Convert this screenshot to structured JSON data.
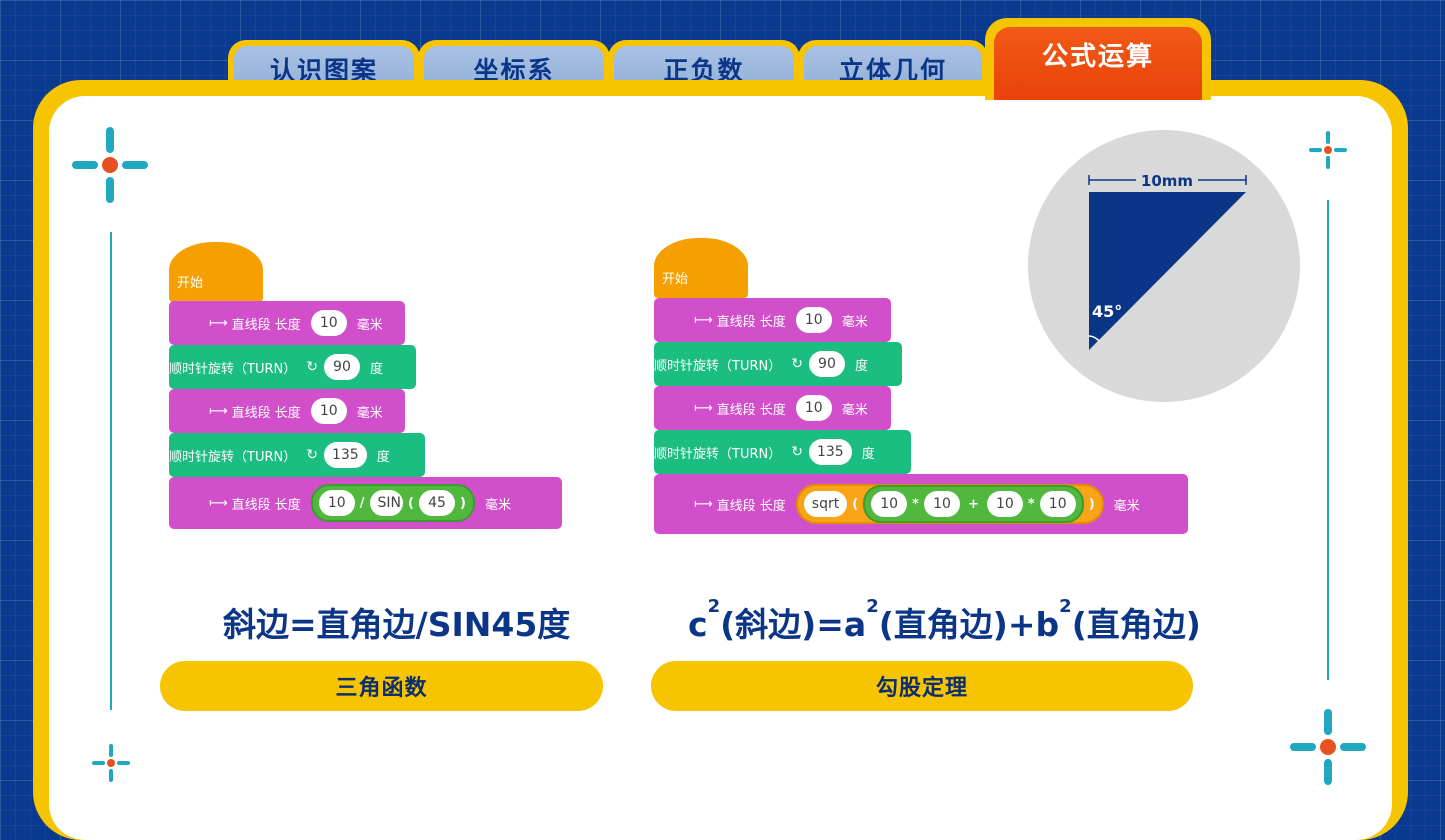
{
  "tabs": [
    {
      "label": "认识图案"
    },
    {
      "label": "坐标系"
    },
    {
      "label": "正负数"
    },
    {
      "label": "立体几何"
    },
    {
      "label": "公式运算",
      "active": true
    }
  ],
  "colors": {
    "background": "#0a3a8f",
    "panel_border": "#f6c400",
    "tab_active": "#e9420a",
    "tab_inactive": "#9bb5dd",
    "block_hat": "#f5a000",
    "block_pen": "#d24fcb",
    "block_turn": "#1bbd80",
    "operator_green": "#4fb83d",
    "operator_orange": "#f7a416",
    "text_blue": "#0b3587",
    "accent_cyan": "#1fa7c4",
    "accent_red": "#e8501f"
  },
  "left": {
    "hat": "开始",
    "seg_label": "直线段 长度",
    "turn_label": "顺时针旋转（TURN）",
    "unit_mm": "毫米",
    "unit_deg": "度",
    "len1": "10",
    "turn1": "90",
    "len2": "10",
    "turn2": "135",
    "len3_a": "10",
    "op_div": "/",
    "sin_label": "SIN",
    "paren_open": "(",
    "paren_close": ")",
    "sin_value": "45",
    "formula": "斜边=直角边/SIN45度",
    "button": "三角函数"
  },
  "right": {
    "hat": "开始",
    "seg_label": "直线段 长度",
    "turn_label": "顺时针旋转（TURN）",
    "unit_mm": "毫米",
    "unit_deg": "度",
    "len1": "10",
    "turn1": "90",
    "len2": "10",
    "turn2": "135",
    "sqrt_label": "sqrt",
    "paren_open": "(",
    "paren_close": ")",
    "a1": "10",
    "op_mul": "*",
    "a2": "10",
    "op_add": "+",
    "b1": "10",
    "b2": "10",
    "formula_c": "c",
    "formula_sup": "2",
    "formula_part1": "(斜边)=a",
    "formula_part2": "(直角边)+b",
    "formula_part3": "(直角边)",
    "button": "勾股定理"
  },
  "diagram": {
    "side_label": "10mm",
    "angle_label": "45°"
  }
}
